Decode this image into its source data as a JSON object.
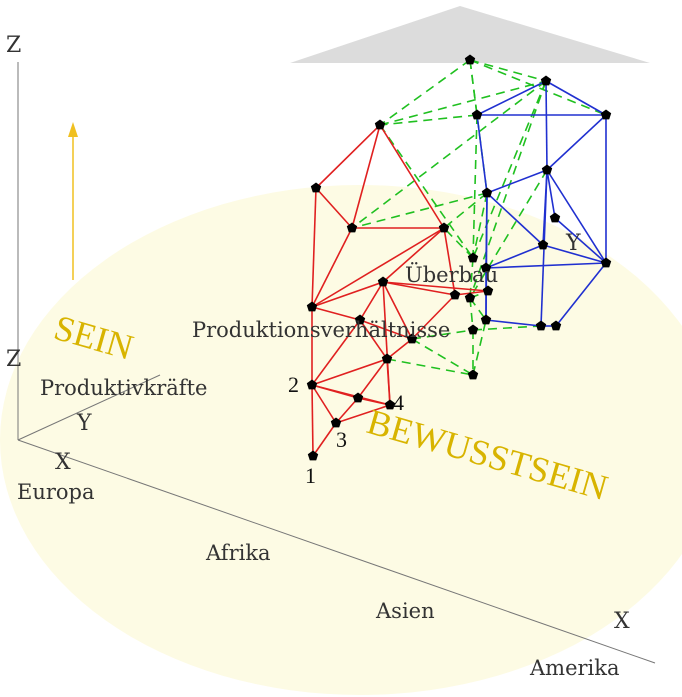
{
  "colors": {
    "floor": "#fdfbe4",
    "axis": "#777777",
    "arrow": "#f0c020",
    "gold_text": "#d8b400",
    "red": "#e02020",
    "blue": "#2030d0",
    "green": "#20c020",
    "node": "#000000",
    "roof": "#dcdcdc"
  },
  "labels": {
    "z_top": "Z",
    "z_left": "Z",
    "y_left": "Y",
    "x_left": "X",
    "y_right": "Y",
    "x_bottom": "X",
    "sein": "SEIN",
    "bewusstsein": "BEWUSSTSEIN",
    "produktivkraefte": "Produktivkräfte",
    "produktionsverhaeltnisse": "Produktionsverhältnisse",
    "ueberbau": "Überbau",
    "europa": "Europa",
    "afrika": "Afrika",
    "asien": "Asien",
    "amerika": "Amerika",
    "n1": "1",
    "n2": "2",
    "n3": "3",
    "n4": "4"
  }
}
